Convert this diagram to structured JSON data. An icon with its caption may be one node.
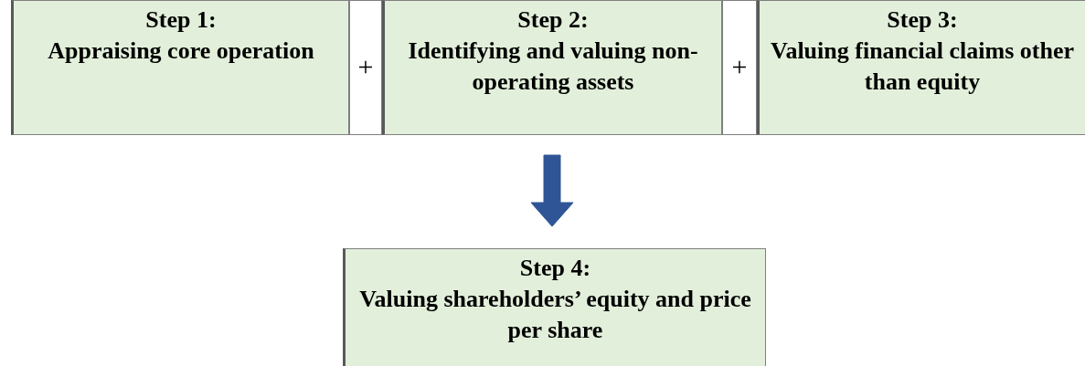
{
  "diagram": {
    "nodes": [
      {
        "text": [
          "Step 1:",
          "Appraising core operation"
        ]
      },
      {
        "text": [
          "+"
        ]
      },
      {
        "text": [
          "Step 2:",
          "Identifying and valuing non-operating assets"
        ]
      },
      {
        "text": [
          "+"
        ]
      },
      {
        "text": [
          "Step 3:",
          "Valuing financial claims other than equity"
        ]
      },
      {
        "text": [
          "Step 4:",
          "Valuing shareholders’ equity and price per share"
        ]
      }
    ],
    "edges": [
      {
        "from": 2,
        "to": 5,
        "arrow": "to",
        "style": "thick",
        "color": "#2f5597"
      }
    ]
  }
}
